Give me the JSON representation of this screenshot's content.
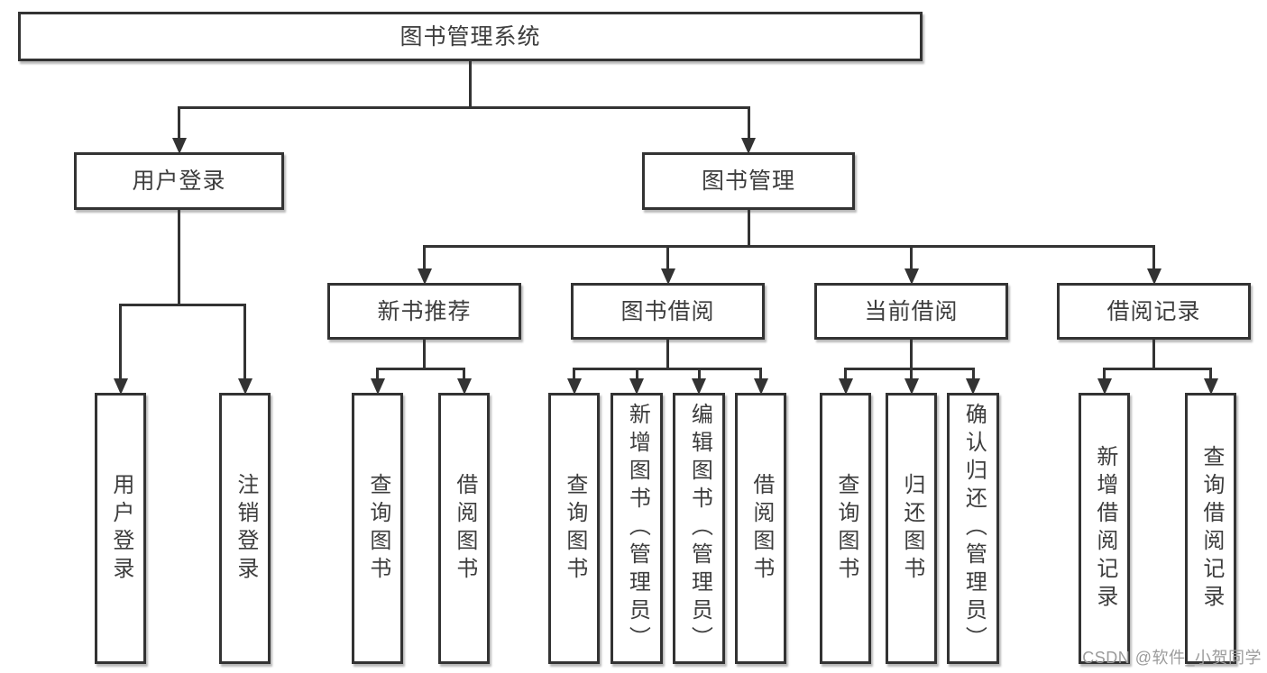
{
  "watermark": "CSDN @软件_小贺同学",
  "colors": {
    "line": "#333333",
    "text": "#3d3d3d",
    "box_background": "#ffffff",
    "watermark": "#9b9b9b"
  },
  "tree": {
    "id": "root",
    "label": "图书管理系统",
    "children": [
      {
        "id": "login",
        "label": "用户登录",
        "children": [
          {
            "id": "login-user",
            "label": "用户登录"
          },
          {
            "id": "login-logout",
            "label": "注销登录"
          }
        ]
      },
      {
        "id": "mgmt",
        "label": "图书管理",
        "children": [
          {
            "id": "rec",
            "label": "新书推荐",
            "children": [
              {
                "id": "rec-query",
                "label": "查询图书"
              },
              {
                "id": "rec-borrow",
                "label": "借阅图书"
              }
            ]
          },
          {
            "id": "borrow",
            "label": "图书借阅",
            "children": [
              {
                "id": "borrow-query",
                "label": "查询图书"
              },
              {
                "id": "borrow-add",
                "label": "新增图书（管理员）"
              },
              {
                "id": "borrow-edit",
                "label": "编辑图书（管理员）"
              },
              {
                "id": "borrow-borrow",
                "label": "借阅图书"
              }
            ]
          },
          {
            "id": "current",
            "label": "当前借阅",
            "children": [
              {
                "id": "current-query",
                "label": "查询图书"
              },
              {
                "id": "current-return",
                "label": "归还图书"
              },
              {
                "id": "current-confirm",
                "label": "确认归还（管理员）"
              }
            ]
          },
          {
            "id": "records",
            "label": "借阅记录",
            "children": [
              {
                "id": "records-add",
                "label": "新增借阅记录"
              },
              {
                "id": "records-query",
                "label": "查询借阅记录"
              }
            ]
          }
        ]
      }
    ]
  }
}
